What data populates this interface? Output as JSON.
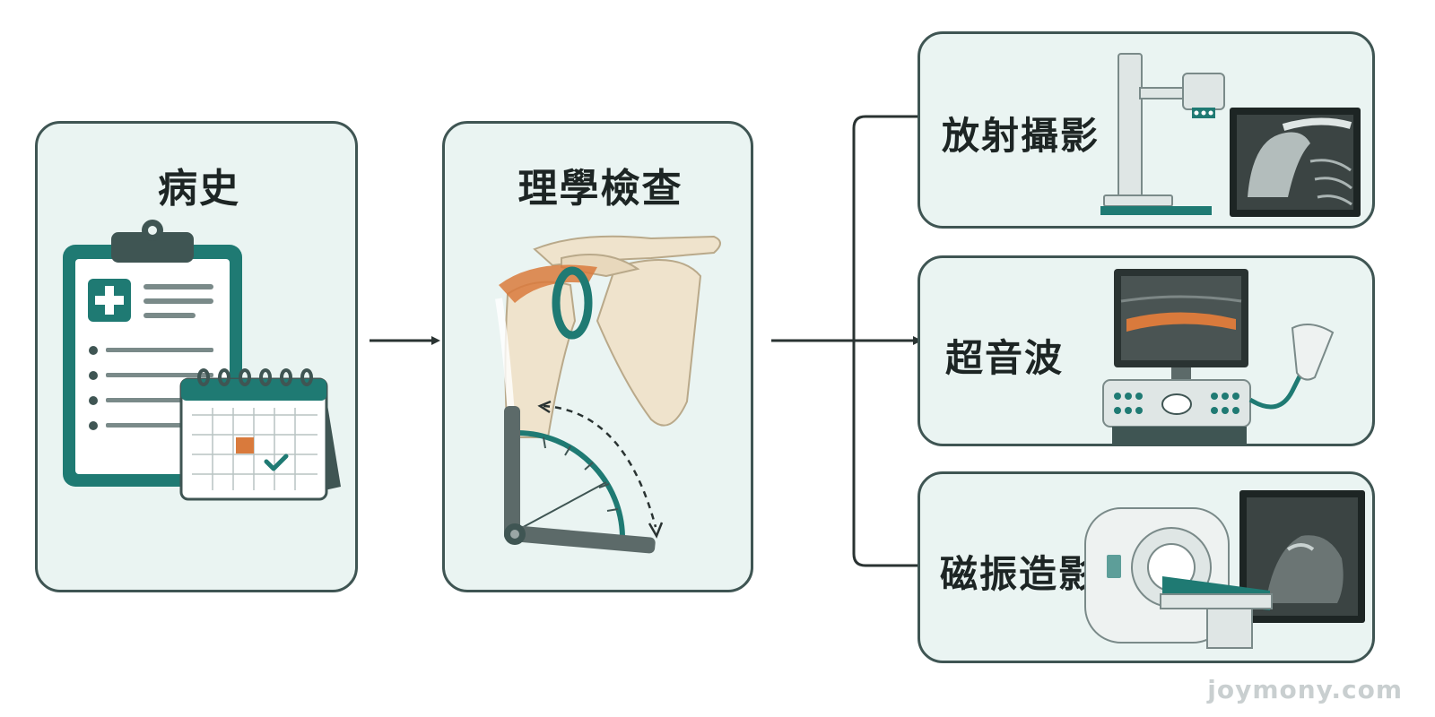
{
  "steps": {
    "history": {
      "title": "病史",
      "illustration": "clipboard-calendar-icon"
    },
    "physical_exam": {
      "title": "理學檢查",
      "illustration": "shoulder-goniometer-icon"
    }
  },
  "imaging": [
    {
      "title": "放射攝影",
      "illustration": "xray-machine-icon"
    },
    {
      "title": "超音波",
      "illustration": "ultrasound-machine-icon"
    },
    {
      "title": "磁振造影",
      "illustration": "mri-scanner-icon"
    }
  ],
  "colors": {
    "card_fill": "#eaf4f2",
    "border": "#3f5553",
    "teal": "#1f7a73",
    "accent_orange": "#d97a3c"
  },
  "watermark": "joymony.com"
}
